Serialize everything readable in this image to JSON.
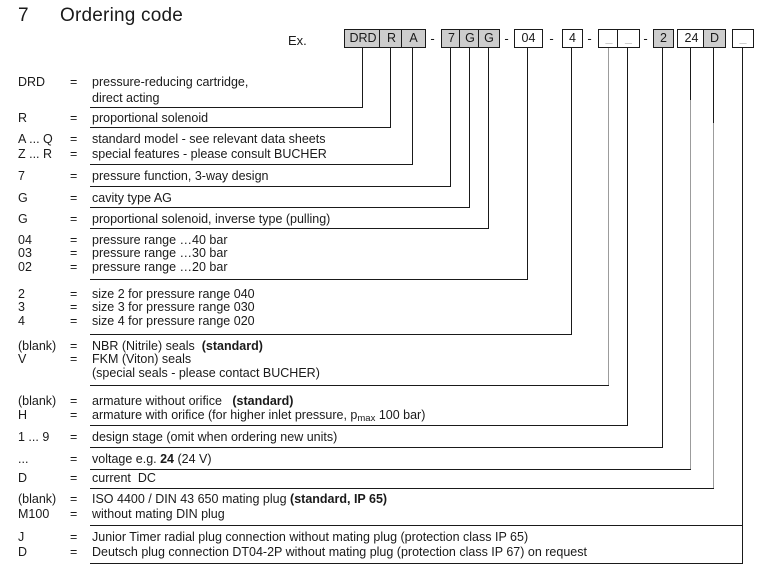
{
  "title": {
    "section_number": "7",
    "section_title": "Ordering code"
  },
  "example_label": "Ex.",
  "dash": "-",
  "eq": "=",
  "code_boxes": [
    {
      "label": "DRD",
      "fill": "gray"
    },
    {
      "label": "R",
      "fill": "gray"
    },
    {
      "label": "A",
      "fill": "gray"
    },
    {
      "label": "7",
      "fill": "gray"
    },
    {
      "label": "G",
      "fill": "gray"
    },
    {
      "label": "G",
      "fill": "gray"
    },
    {
      "label": "04",
      "fill": "white"
    },
    {
      "label": "4",
      "fill": "white"
    },
    {
      "label": "_",
      "fill": "white"
    },
    {
      "label": "_",
      "fill": "white"
    },
    {
      "label": "2",
      "fill": "gray"
    },
    {
      "label": "24",
      "fill": "white"
    },
    {
      "label": "D",
      "fill": "gray"
    },
    {
      "label": "_",
      "fill": "white"
    }
  ],
  "rows": [
    {
      "code": "DRD",
      "pre": "pressure-reducing cartridge,",
      "line2": "direct acting"
    },
    {
      "code": "R",
      "pre": "proportional solenoid"
    },
    {
      "code": "A ... Q",
      "pre": "standard model - see relevant data sheets"
    },
    {
      "code": "Z ... R",
      "pre": "special features - please consult BUCHER"
    },
    {
      "code": "7",
      "pre": "pressure function, 3-way design"
    },
    {
      "code": "G",
      "pre": "cavity type AG"
    },
    {
      "code": "G",
      "pre": "proportional solenoid, inverse type (pulling)"
    },
    {
      "code": "04",
      "pre": "pressure range …40 bar"
    },
    {
      "code": "03",
      "pre": "pressure range …30 bar"
    },
    {
      "code": "02",
      "pre": "pressure range …20 bar"
    },
    {
      "code": "2",
      "pre": "size 2 for pressure range 040"
    },
    {
      "code": "3",
      "pre": "size 3 for pressure range 030"
    },
    {
      "code": "4",
      "pre": "size 4 for pressure range 020"
    },
    {
      "code": "(blank)",
      "pre": "NBR (Nitrile) seals  ",
      "bold": "(standard)"
    },
    {
      "code": "V",
      "pre": "FKM (Viton) seals"
    },
    {
      "code": "",
      "pre": "(special seals - please contact BUCHER)"
    },
    {
      "code": "(blank)",
      "pre": "armature without orifice   ",
      "bold": "(standard)"
    },
    {
      "code": "H",
      "pre": "armature with orifice (for higher inlet pressure, p",
      "sub": "max",
      "post": " 100 bar)"
    },
    {
      "code": "1 ... 9",
      "pre": "design stage (omit when ordering new units)"
    },
    {
      "code": "...",
      "pre": "voltage e.g. ",
      "bold": "24",
      "post": " (24 V)"
    },
    {
      "code": "D",
      "pre": "current  DC"
    },
    {
      "code": "(blank)",
      "pre": "ISO 4400 / DIN 43 650 mating plug ",
      "bold": "(standard, IP 65)"
    },
    {
      "code": "M100",
      "pre": "without mating DIN plug"
    },
    {
      "code": "J",
      "pre": "Junior Timer radial plug connection without mating plug (protection class IP 65)"
    },
    {
      "code": "D",
      "pre": "Deutsch plug connection DT04-2P without mating plug (protection class IP 67) on request"
    }
  ],
  "colors": {
    "box_fill_gray": "#cdcdcd",
    "line_black": "#1a1a1a",
    "line_gray": "#9c9c9c",
    "muted_label": "#9a9a9a"
  }
}
